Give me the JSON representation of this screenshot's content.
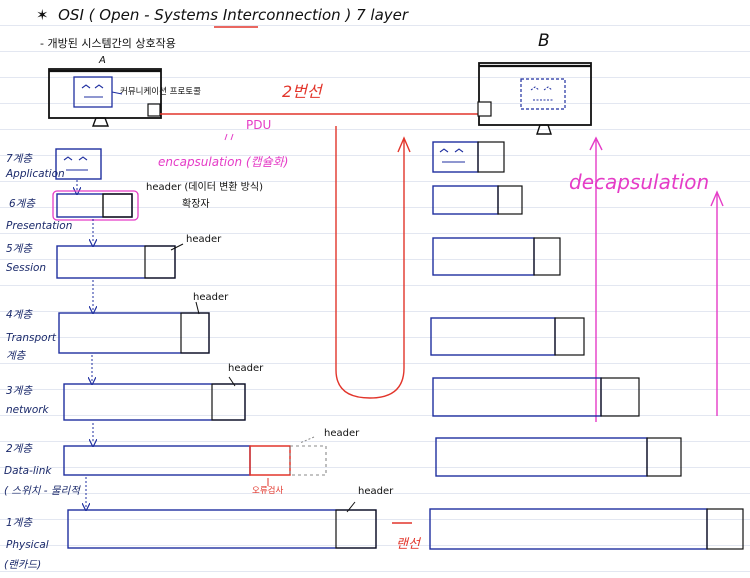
{
  "title": {
    "star": "✶",
    "prefix": "OSI ( ",
    "open": "Open",
    "dash": " - ",
    "systems": "Systems ",
    "inter": "Inter",
    "connection": "connection",
    "suffix": " )  7 layer"
  },
  "subtitle": "- 개방된 시스템간의 상호작용",
  "hosts": {
    "a": {
      "label": "A",
      "note": "커뮤니케이션 프로토콜"
    },
    "b": {
      "label": "B"
    }
  },
  "link": {
    "label": "2번선"
  },
  "pdu": "PDU",
  "encapsulation": "encapsulation (캡슐화)",
  "decapsulation": "decapsulation",
  "header_notes": {
    "presentation": "header (데이터 변환 방식)",
    "presentation_line2": "확장자",
    "session": "header",
    "transport": "header",
    "network": "header",
    "datalink": "header",
    "physical": "header"
  },
  "layers": [
    {
      "num": "7계층",
      "name": "Application"
    },
    {
      "num": "6계층",
      "name": "Presentation"
    },
    {
      "num": "5계층",
      "name": "Session"
    },
    {
      "num": "4계층",
      "name": "Transport"
    },
    {
      "num": "3계층",
      "name": "network"
    },
    {
      "num": "2계층",
      "name": "Data-link"
    },
    {
      "num": "1계층",
      "name": "Physical"
    }
  ],
  "layer_extras": {
    "transport": "계층",
    "datalink": "( 스위치 - 물리적",
    "physical": "(랜카드)"
  },
  "trailer": "오류검사",
  "cable": "랜선",
  "colors": {
    "ink": "#111111",
    "blue": "#1f2fa0",
    "magenta": "#e53cc7",
    "red": "#e2352b"
  }
}
